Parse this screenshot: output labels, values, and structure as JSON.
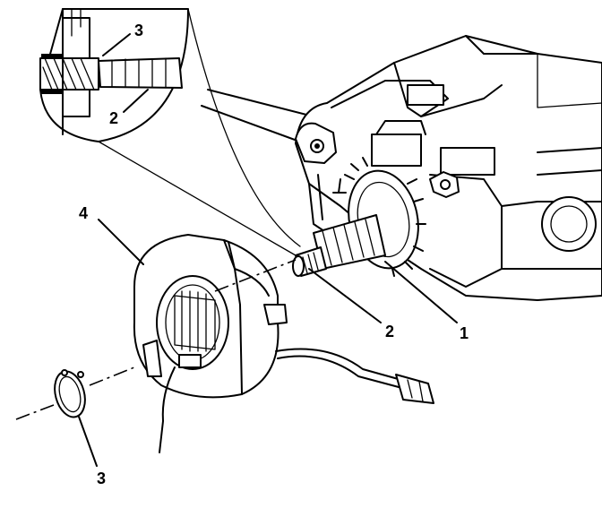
{
  "callouts": {
    "inset_3": "3",
    "inset_2": "2",
    "part_4": "4",
    "part_2": "2",
    "part_1": "1",
    "part_3": "3"
  }
}
